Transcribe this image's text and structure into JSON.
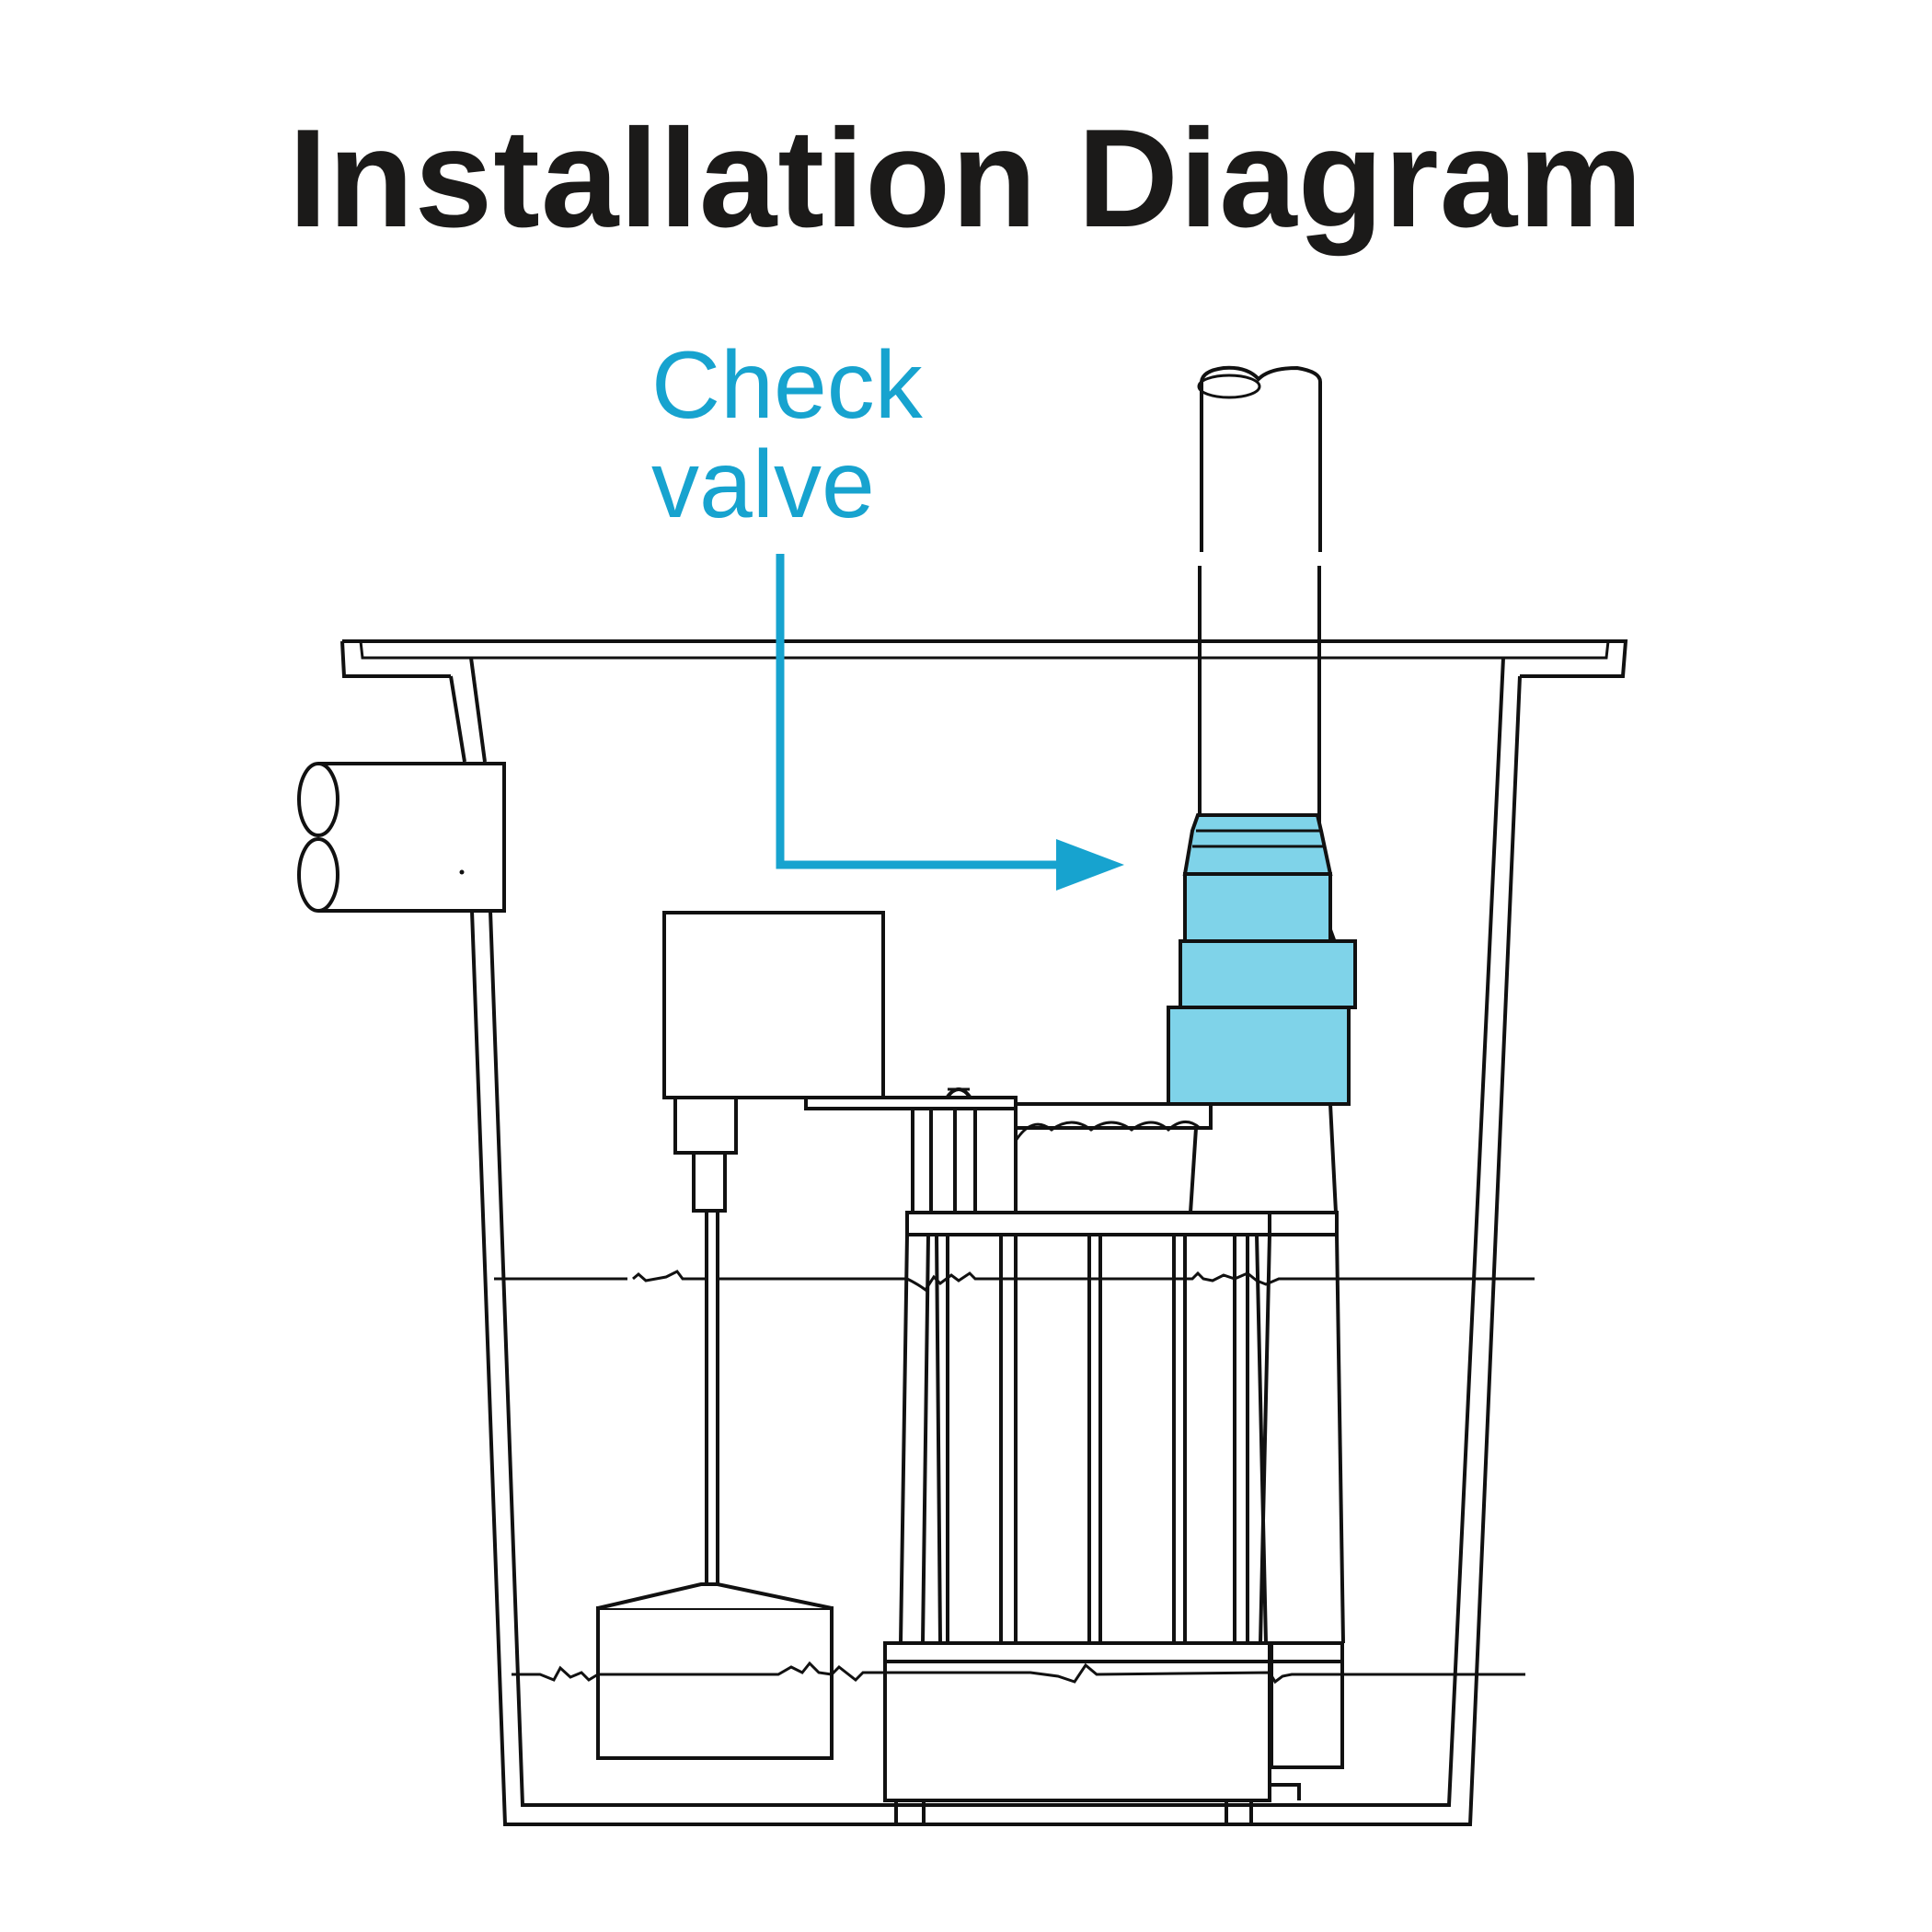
{
  "title": "Installation Diagram",
  "callout": {
    "line1": "Check",
    "line2": "valve"
  },
  "colors": {
    "title": "#1b1a19",
    "callout_accent": "#17a3cf",
    "check_valve_fill": "#7fd3e9",
    "outline": "#111111",
    "background": "#ffffff"
  }
}
